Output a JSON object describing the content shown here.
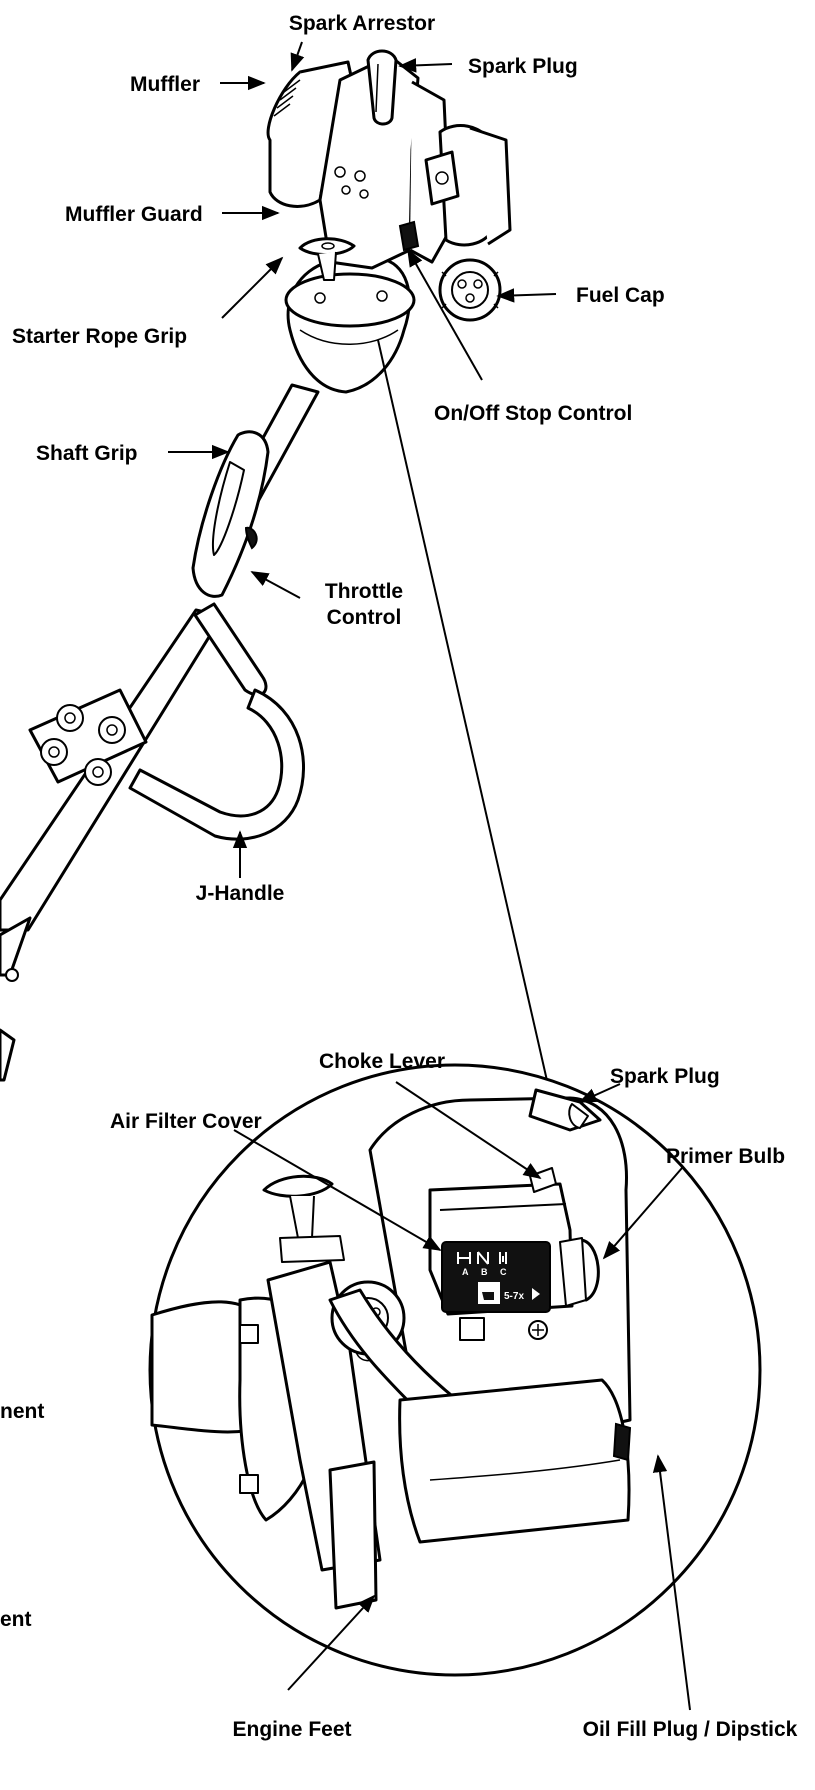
{
  "labels": {
    "spark_arrestor": "Spark Arrestor",
    "muffler": "Muffler",
    "spark_plug_top": "Spark Plug",
    "muffler_guard": "Muffler Guard",
    "fuel_cap": "Fuel Cap",
    "starter_rope_grip": "Starter Rope Grip",
    "on_off_stop_control": "On/Off Stop Control",
    "shaft_grip": "Shaft Grip",
    "throttle_control_line1": "Throttle",
    "throttle_control_line2": "Control",
    "j_handle": "J-Handle",
    "choke_lever": "Choke Lever",
    "spark_plug_detail": "Spark Plug",
    "air_filter_cover": "Air Filter Cover",
    "primer_bulb": "Primer Bulb",
    "cut_off_label_1": "nent",
    "cut_off_label_2": "ent",
    "engine_feet": "Engine Feet",
    "oil_fill_plug_dipstick": "Oil Fill Plug / Dipstick"
  },
  "decal": {
    "letter_a": "A",
    "letter_b": "B",
    "letter_c": "C",
    "primer_count": "5-7x"
  }
}
